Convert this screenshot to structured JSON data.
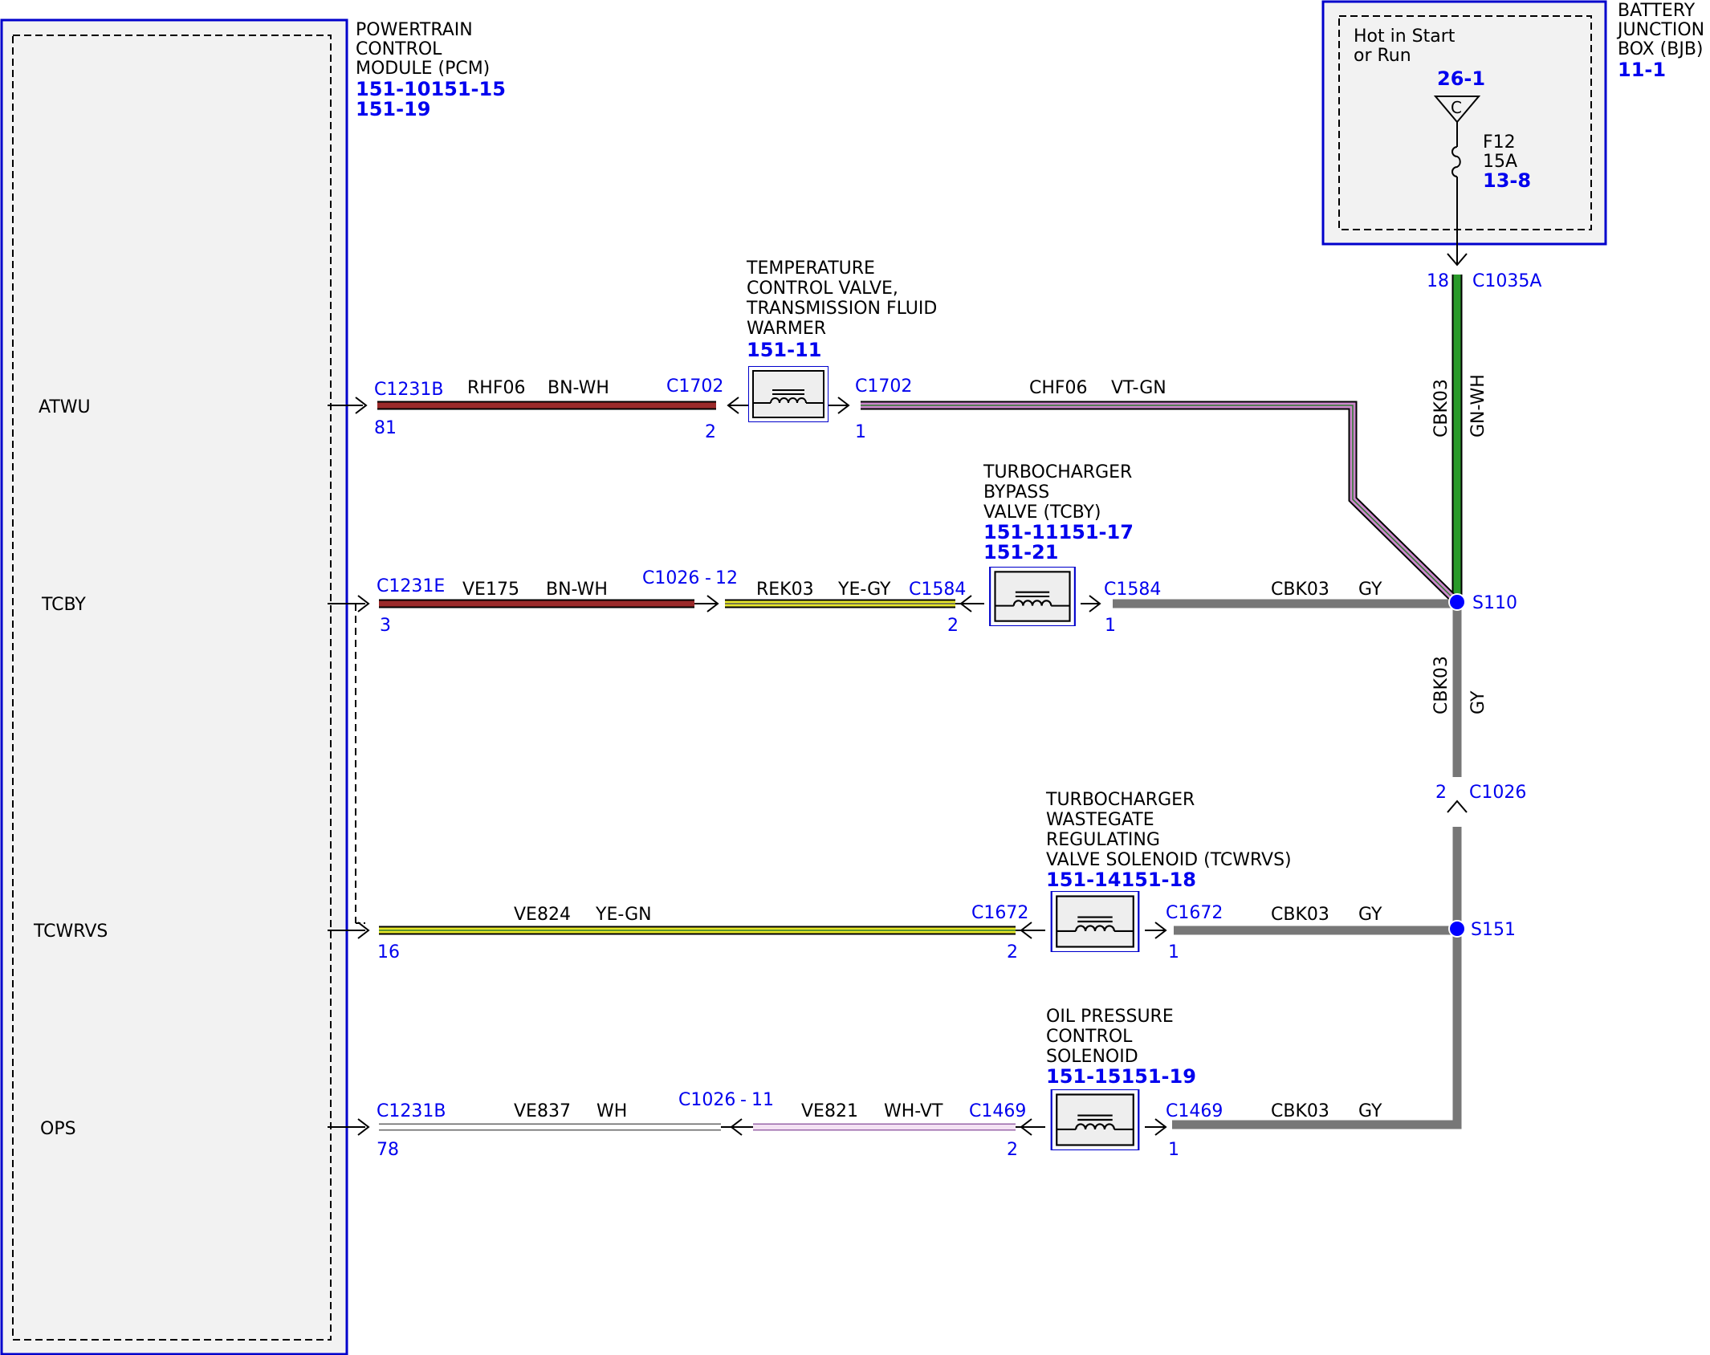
{
  "pcm": {
    "title_lines": [
      "POWERTRAIN",
      "CONTROL",
      "MODULE (PCM)"
    ],
    "refs": [
      "151-10151-15",
      "151-19"
    ],
    "pins": [
      "ATWU",
      "TCBY",
      "TCWRVS",
      "OPS"
    ]
  },
  "bjb": {
    "title_lines": [
      "BATTERY",
      "JUNCTION",
      "BOX (BJB)"
    ],
    "ref": "11-1",
    "hot_lines": [
      "Hot in Start",
      "or Run"
    ],
    "source_ref": "26-1",
    "source_letter": "C",
    "fuse_name": "F12",
    "fuse_rating": "15A",
    "fuse_ref": "13-8",
    "pin": "18",
    "connector": "C1035A"
  },
  "feed_wire": {
    "circuit": "CBK03",
    "color": "GN-WH"
  },
  "riser_wire": {
    "circuit": "CBK03",
    "color": "GY"
  },
  "splices": {
    "s110": "S110",
    "s151": "S151"
  },
  "c1026_riser": {
    "pin": "2",
    "connector": "C1026"
  },
  "tfw": {
    "title_lines": [
      "TEMPERATURE",
      "CONTROL VALVE,",
      "TRANSMISSION FLUID",
      "WARMER"
    ],
    "ref": "151-11",
    "row": {
      "pcm_connector": "C1231B",
      "pcm_pin": "81",
      "wire1_circuit": "RHF06",
      "wire1_color": "BN-WH",
      "left_connector": "C1702",
      "left_pin": "2",
      "right_connector": "C1702",
      "right_pin": "1",
      "wire2_circuit": "CHF06",
      "wire2_color": "VT-GN"
    }
  },
  "tcby": {
    "title_lines": [
      "TURBOCHARGER",
      "BYPASS",
      "VALVE (TCBY)"
    ],
    "refs": [
      "151-11151-17",
      "151-21"
    ],
    "row": {
      "pcm_connector": "C1231E",
      "pcm_pin": "3",
      "wire1_circuit": "VE175",
      "wire1_color": "BN-WH",
      "inline_connector": "C1026",
      "inline_pin": "12",
      "wire2_circuit": "REK03",
      "wire2_color": "YE-GY",
      "left_connector": "C1584",
      "left_pin": "2",
      "right_connector": "C1584",
      "right_pin": "1",
      "wire3_circuit": "CBK03",
      "wire3_color": "GY"
    }
  },
  "tcwrvs": {
    "title_lines": [
      "TURBOCHARGER",
      "WASTEGATE",
      "REGULATING",
      "VALVE SOLENOID (TCWRVS)"
    ],
    "refs": [
      "151-14151-18"
    ],
    "row": {
      "pcm_pin": "16",
      "wire1_circuit": "VE824",
      "wire1_color": "YE-GN",
      "left_connector": "C1672",
      "left_pin": "2",
      "right_connector": "C1672",
      "right_pin": "1",
      "wire2_circuit": "CBK03",
      "wire2_color": "GY"
    }
  },
  "ops": {
    "title_lines": [
      "OIL PRESSURE",
      "CONTROL",
      "SOLENOID"
    ],
    "refs": [
      "151-15151-19"
    ],
    "row": {
      "pcm_connector": "C1231B",
      "pcm_pin": "78",
      "wire1_circuit": "VE837",
      "wire1_color": "WH",
      "inline_connector": "C1026",
      "inline_pin": "11",
      "wire2_circuit": "VE821",
      "wire2_color": "WH-VT",
      "left_connector": "C1469",
      "left_pin": "2",
      "right_connector": "C1469",
      "right_pin": "1",
      "wire3_circuit": "CBK03",
      "wire3_color": "GY"
    }
  }
}
